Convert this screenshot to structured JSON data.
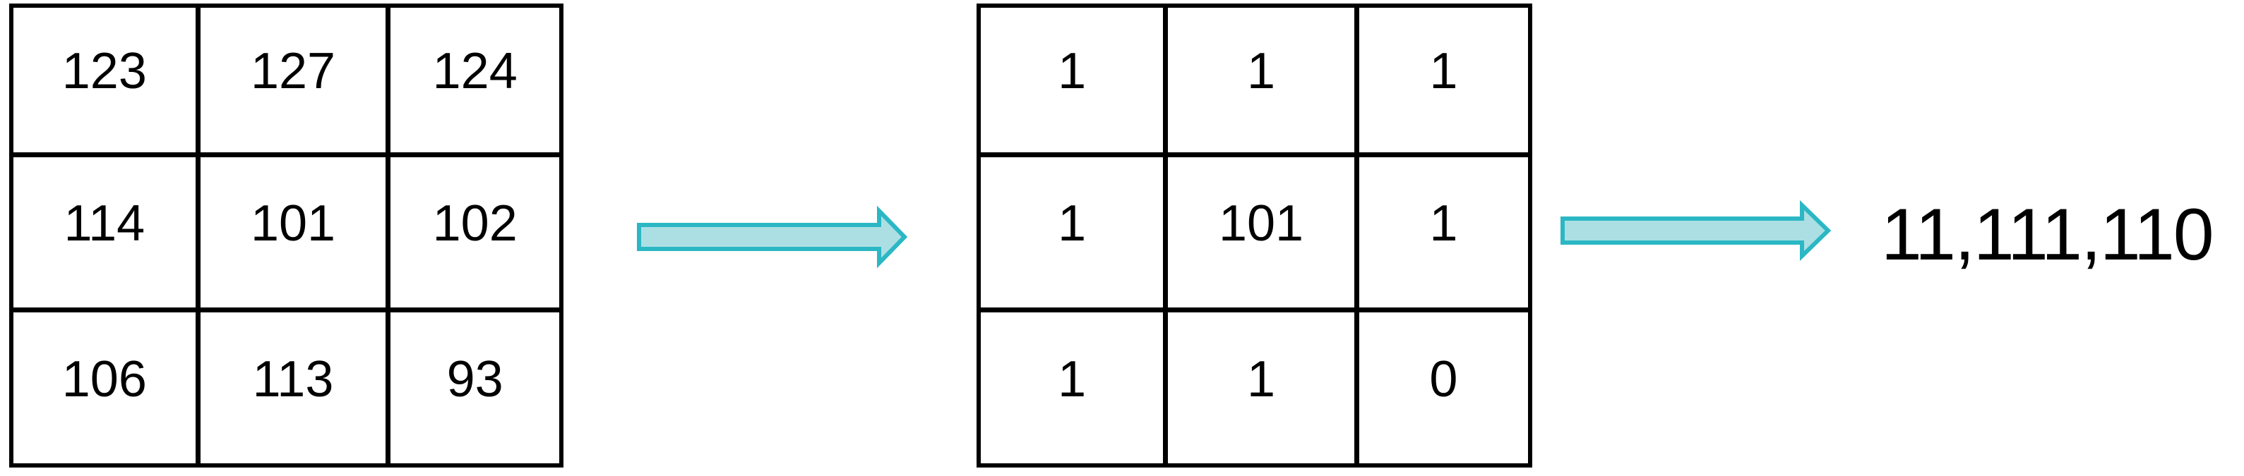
{
  "background": "#ffffff",
  "left_grid": {
    "rows": [
      [
        "123",
        "127",
        "124"
      ],
      [
        "114",
        "101",
        "102"
      ],
      [
        "106",
        "113",
        "93"
      ]
    ]
  },
  "right_grid": {
    "rows": [
      [
        "1",
        "1",
        "1"
      ],
      [
        "1",
        "101",
        "1"
      ],
      [
        "1",
        "1",
        "0"
      ]
    ]
  },
  "result_text": "11,111,110",
  "icons": {
    "arrow_1": "right-arrow",
    "arrow_2": "right-arrow"
  },
  "colors": {
    "grid_line": "#000000",
    "number_text": "#000000",
    "arrow_fill": "#abdfe4",
    "arrow_stroke": "#2bb7c4"
  }
}
